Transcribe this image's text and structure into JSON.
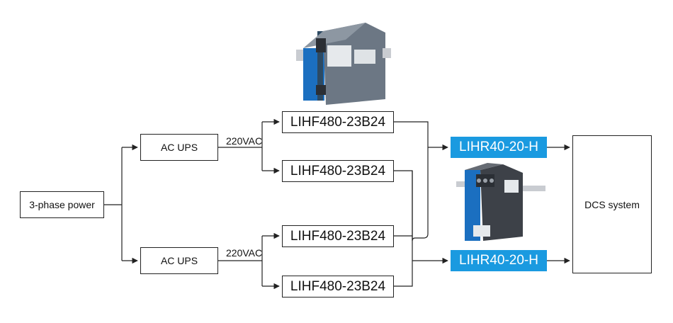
{
  "nodes": {
    "source": "3-phase power",
    "ups_top": "AC UPS",
    "ups_bottom": "AC UPS",
    "psu_1": "LIHF480-23B24",
    "psu_2": "LIHF480-23B24",
    "psu_3": "LIHF480-23B24",
    "psu_4": "LIHF480-23B24",
    "red_top": "LIHR40-20-H",
    "red_bottom": "LIHR40-20-H",
    "target": "DCS system"
  },
  "edge_labels": {
    "top": "220VAC",
    "bottom": "220VAC"
  },
  "colors": {
    "line": "#222222",
    "module_blue": "#1a9ae0",
    "device_body": "#1b6fc0"
  }
}
